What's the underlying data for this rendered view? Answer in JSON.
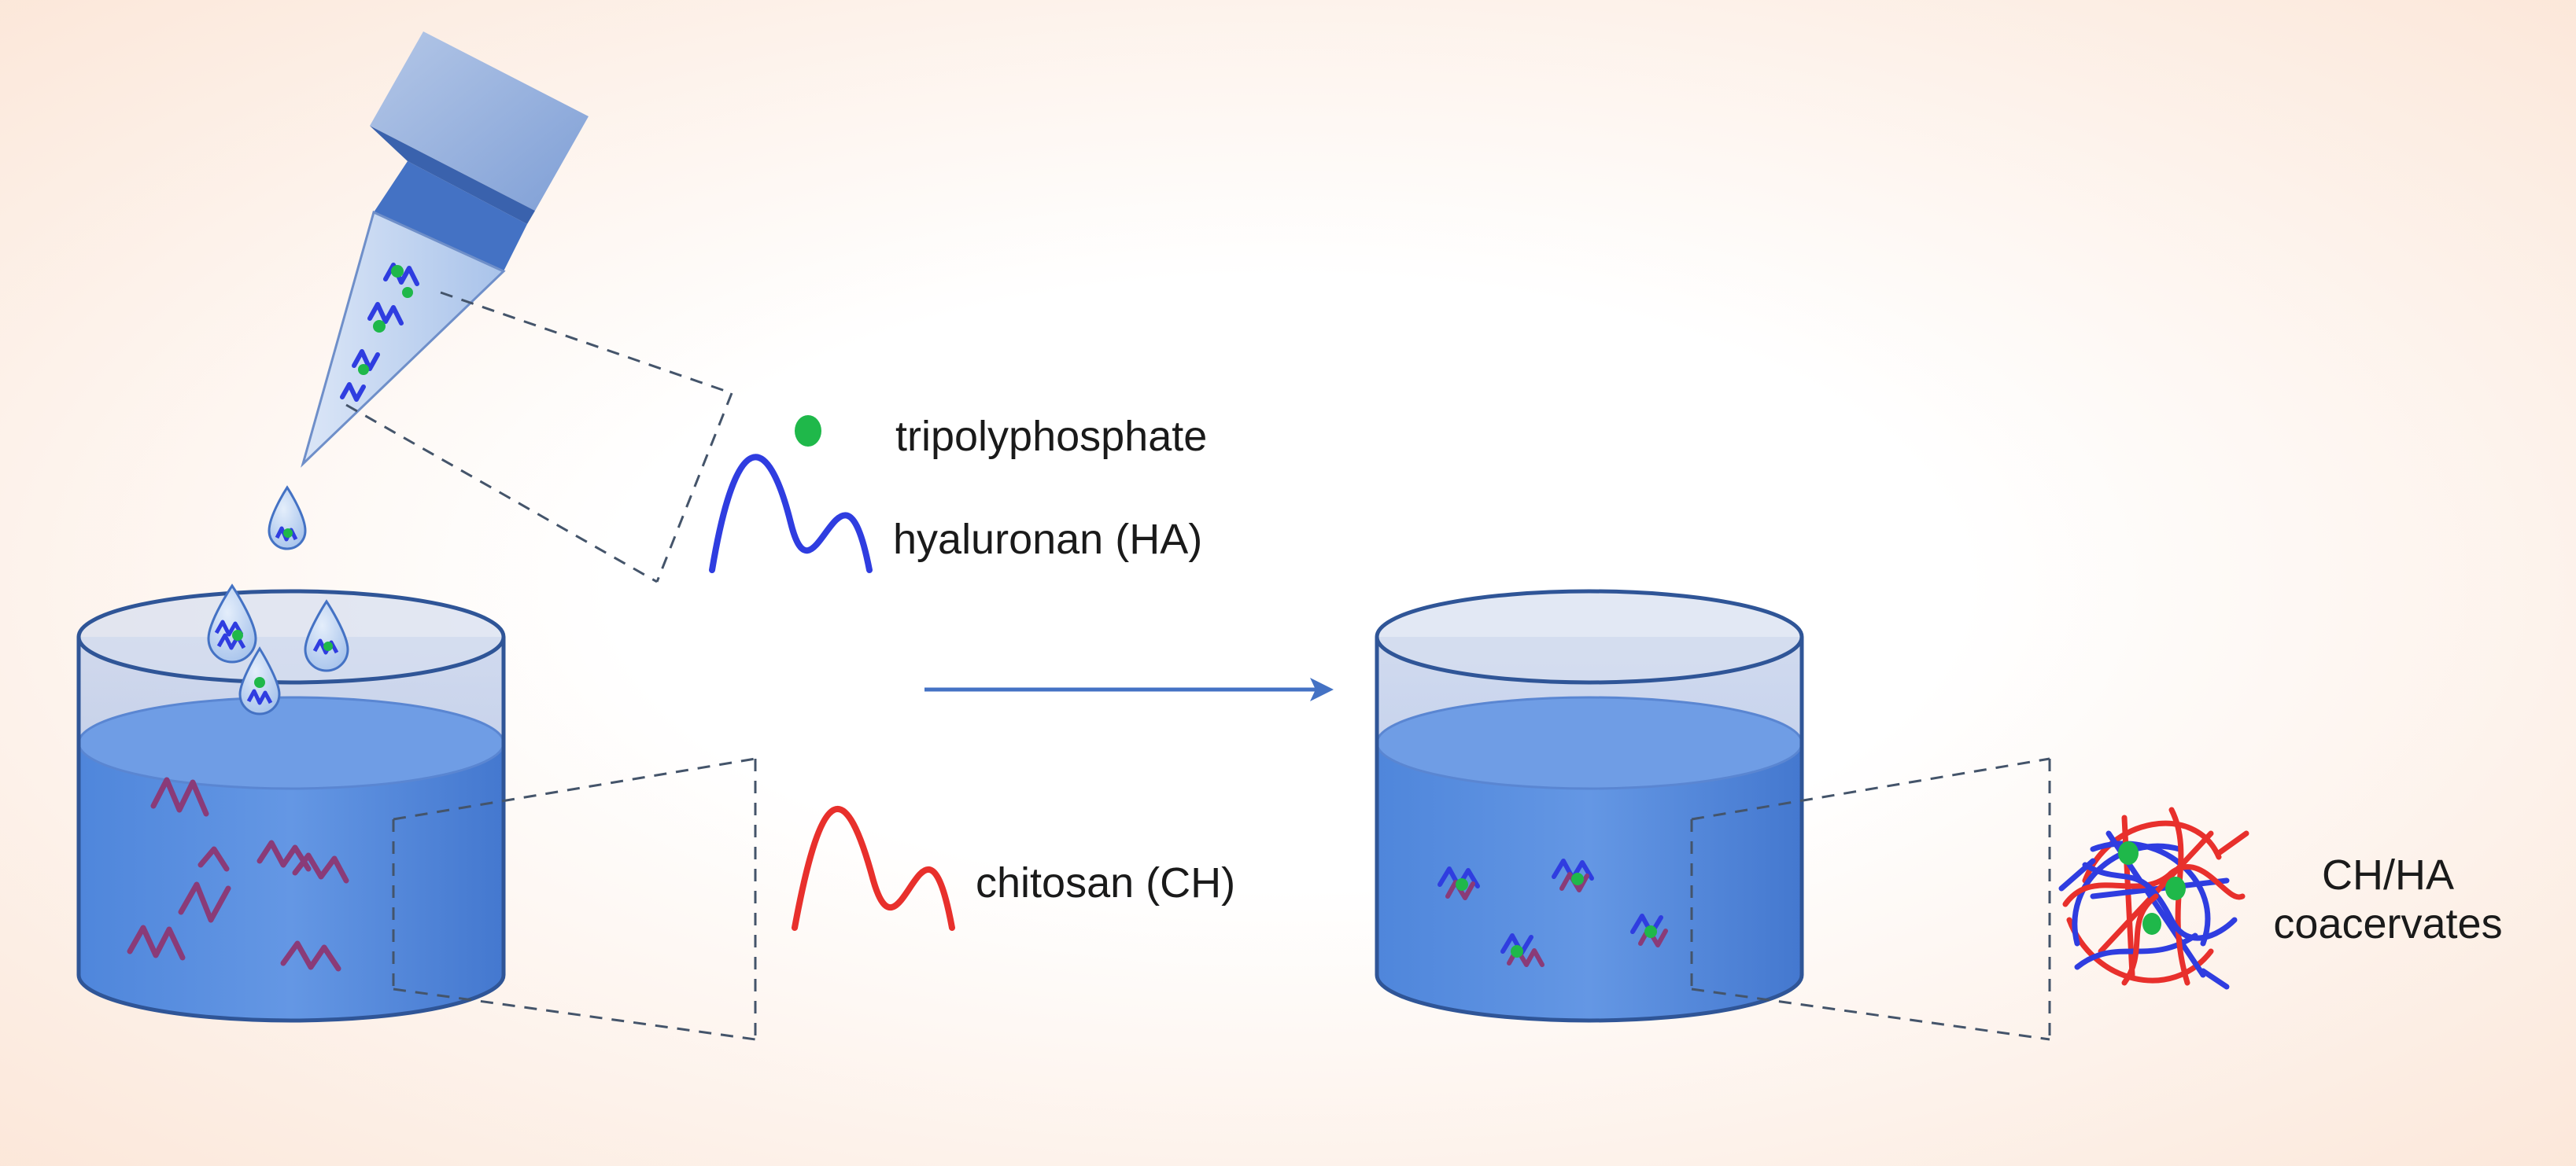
{
  "legend": {
    "tripolyphosphate": "tripolyphosphate",
    "hyaluronan": "hyaluronan (HA)",
    "chitosan": "chitosan (CH)"
  },
  "product": {
    "line1": "CH/HA",
    "line2": "coacervates"
  },
  "colors": {
    "background_inner": "#ffffff",
    "background_outer": "#fbe5d6",
    "water": "#5b8fdf",
    "water_dark": "#3f73c9",
    "beaker_rim": "#2f5597",
    "pipette_cap": "#4472c4",
    "pipette_cap_top": "#8faadc",
    "hyaluronan": "#2f3de0",
    "chitosan": "#e8302c",
    "chitosan_in_solution": "#8a3b78",
    "tripolyphosphate": "#1fb84a",
    "arrow": "#4472c4",
    "callout_dash": "#44546a"
  }
}
